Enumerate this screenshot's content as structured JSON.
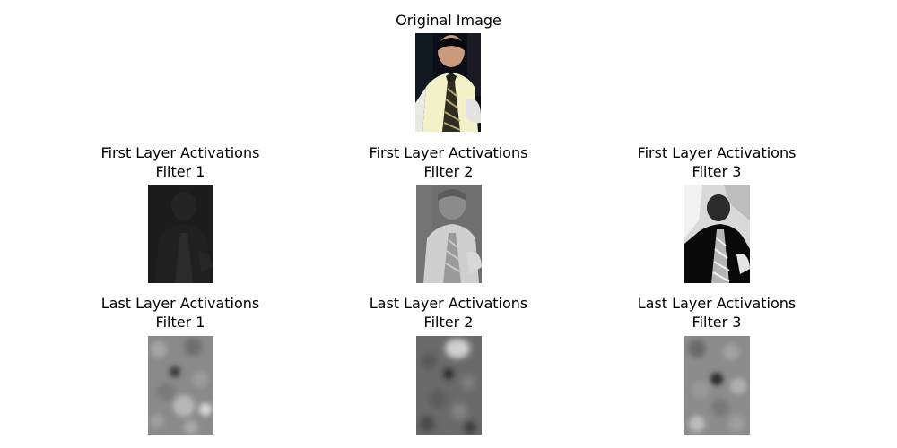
{
  "original": {
    "title": "Original Image"
  },
  "first_layer": [
    {
      "line1": "First Layer Activations",
      "line2": "Filter 1"
    },
    {
      "line1": "First Layer Activations",
      "line2": "Filter 2"
    },
    {
      "line1": "First Layer Activations",
      "line2": "Filter 3"
    }
  ],
  "last_layer": [
    {
      "line1": "Last Layer Activations",
      "line2": "Filter 1"
    },
    {
      "line1": "Last Layer Activations",
      "line2": "Filter 2"
    },
    {
      "line1": "Last Layer Activations",
      "line2": "Filter 3"
    }
  ]
}
